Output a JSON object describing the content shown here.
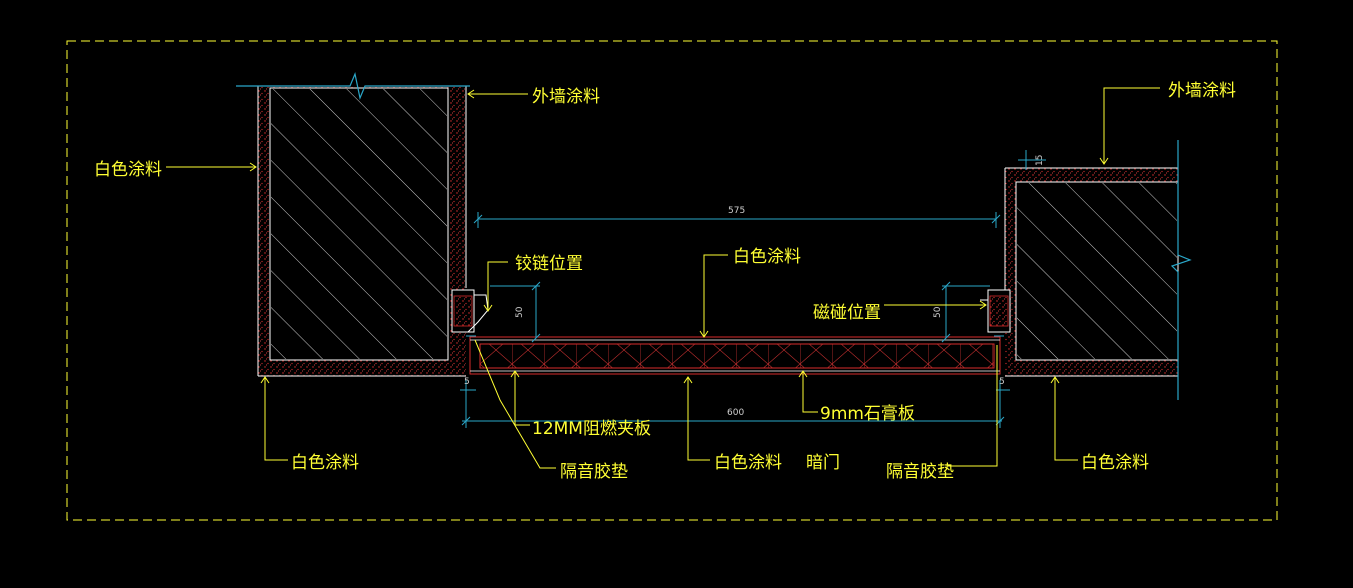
{
  "labels": {
    "top_left_exterior": "外墙涂料",
    "top_right_exterior": "外墙涂料",
    "left_white": "白色涂料",
    "bottom_left_white": "白色涂料",
    "bottom_mid_white": "白色涂料",
    "bottom_right_white": "白色涂料",
    "top_mid_white": "白色涂料",
    "hinge_position": "铰链位置",
    "magnet_position": "磁碰位置",
    "board_12mm": "12MM阻燃夹板",
    "gypsum_9mm": "9mm石膏板",
    "gasket_left": "隔音胶垫",
    "gasket_right": "隔音胶垫",
    "hidden_door": "暗门"
  },
  "dimensions": {
    "top_span": "575",
    "bottom_span": "600",
    "left_depth": "50",
    "right_depth": "50",
    "right_wall_finish": "15",
    "left_gap": "5",
    "right_gap": "5"
  },
  "colors": {
    "background": "#000000",
    "label": "#ffff33",
    "leader": "#ffff33",
    "dimension": "#2aa7c9",
    "wall_finish": "#d62b2b",
    "wall_line": "#ffffff",
    "frame": "#ffff33"
  }
}
